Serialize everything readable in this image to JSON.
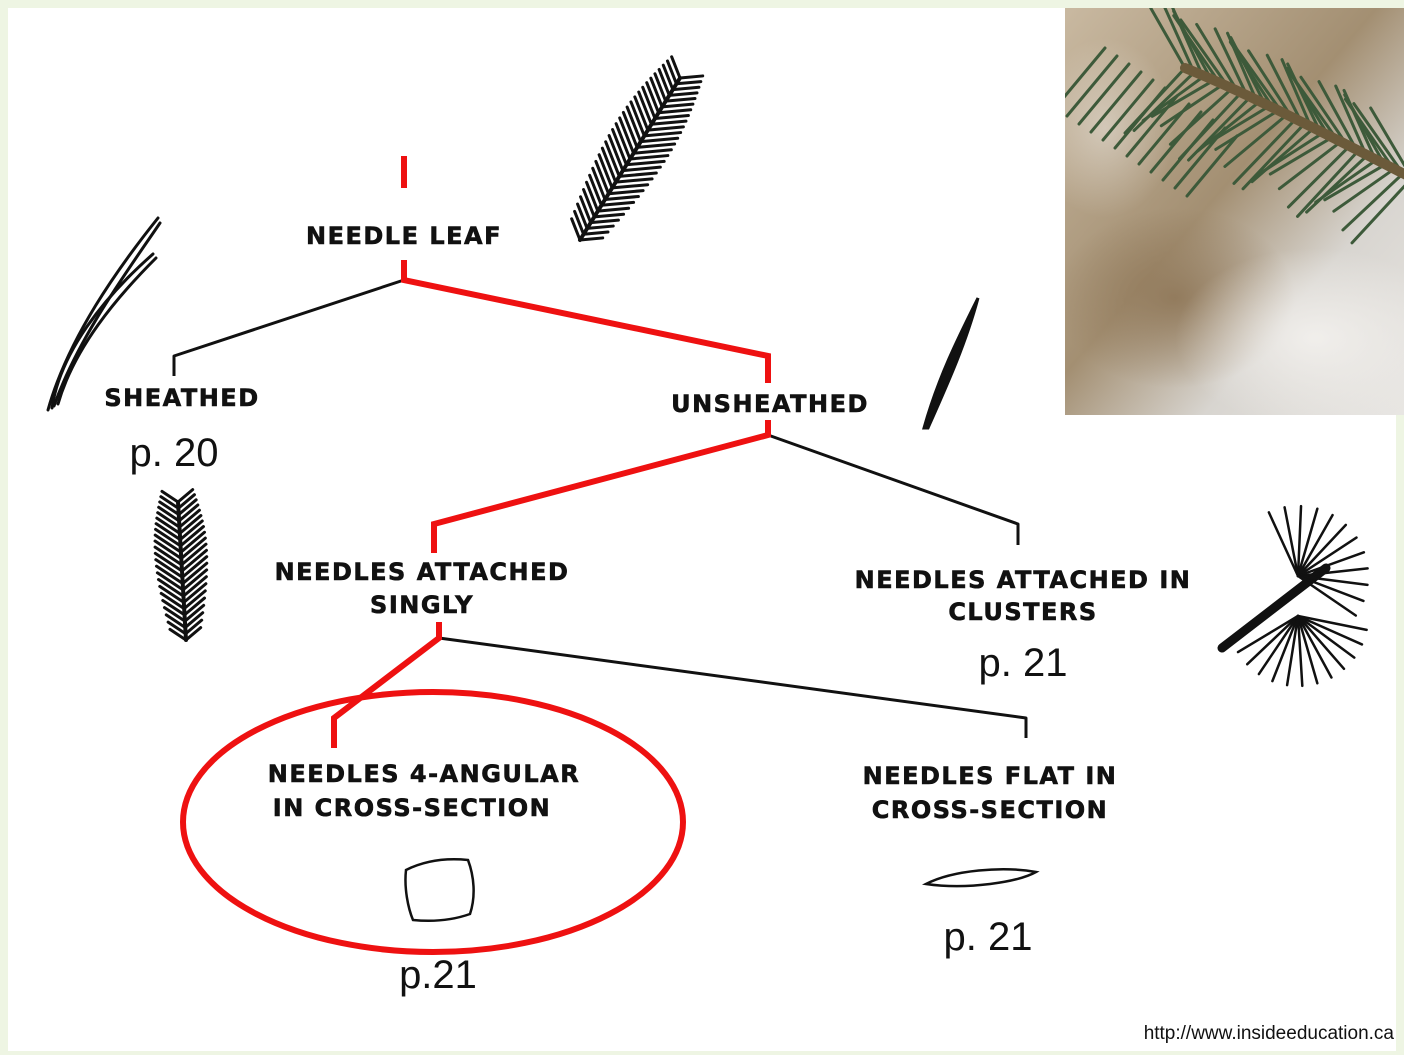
{
  "nodes": {
    "needle_leaf": "NEEDLE LEAF",
    "sheathed": "SHEATHED",
    "unsheathed": "UNSHEATHED",
    "singly_line1": "NEEDLES ATTACHED",
    "singly_line2": "SINGLY",
    "clusters_line1": "NEEDLES ATTACHED IN",
    "clusters_line2": "CLUSTERS",
    "angular_line1": "NEEDLES 4-ANGULAR",
    "angular_line2": "IN CROSS-SECTION",
    "flat_line1": "NEEDLES FLAT IN",
    "flat_line2": "CROSS-SECTION"
  },
  "page_refs": {
    "sheathed": "p. 20",
    "clusters": "p. 21",
    "angular": "p.21",
    "flat": "p. 21"
  },
  "credit": "http://www.insideeducation.ca",
  "colors": {
    "highlight": "#ee1111",
    "lines": "#111111",
    "background_border": "#eef5e3"
  },
  "icons": [
    "spruce-twig-icon",
    "pine-needle-pair-icon",
    "single-needle-icon",
    "needle-cluster-icon",
    "square-cross-section-icon",
    "flat-cross-section-icon",
    "spruce-branch-photo"
  ]
}
